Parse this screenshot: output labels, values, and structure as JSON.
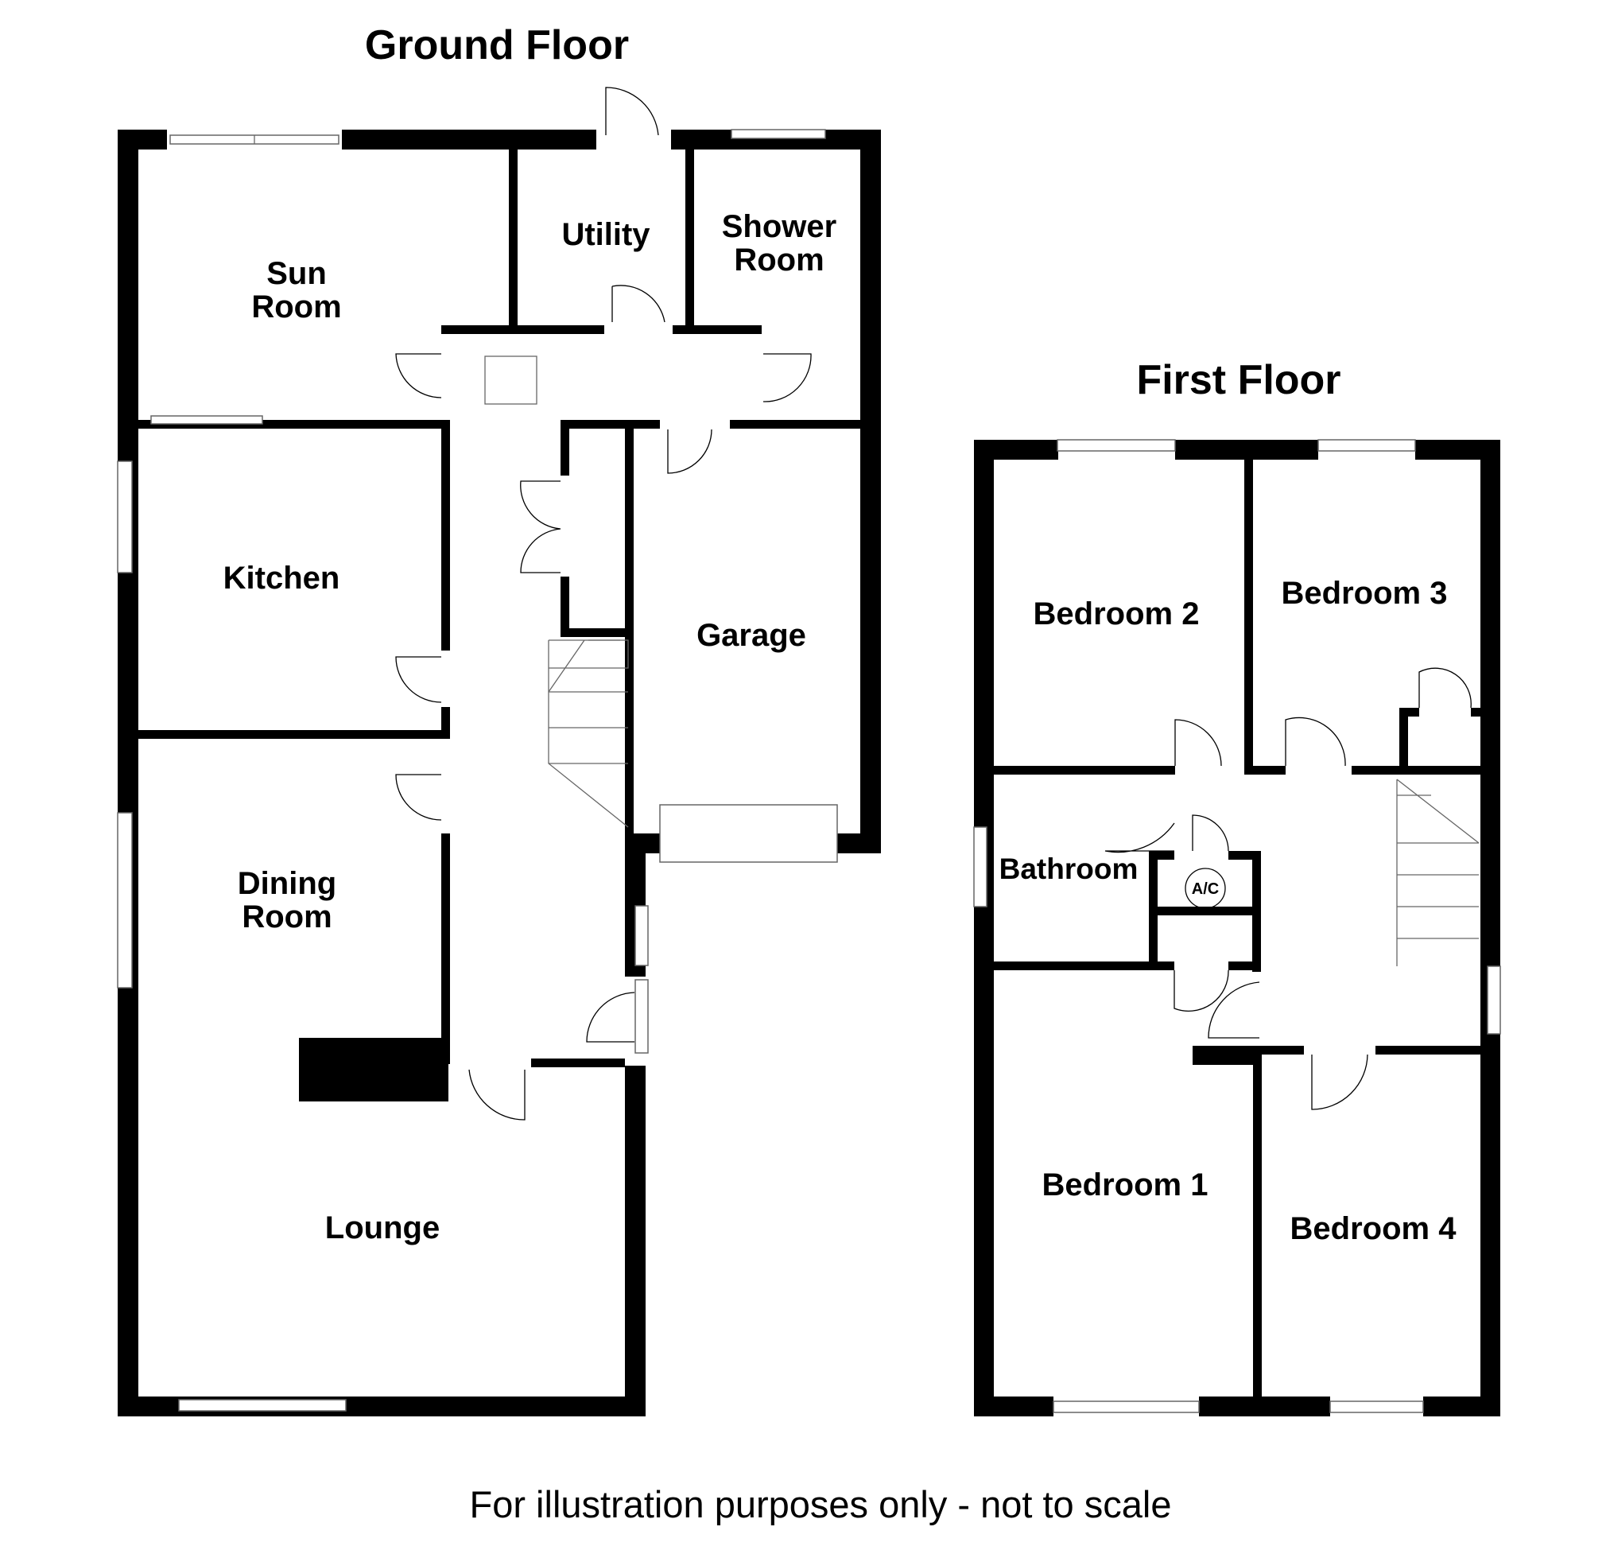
{
  "titles": {
    "ground_floor": "Ground Floor",
    "first_floor": "First Floor"
  },
  "ground_floor_rooms": {
    "sun_room": [
      "Sun",
      "Room"
    ],
    "utility": "Utility",
    "shower_room": [
      "Shower",
      "Room"
    ],
    "kitchen": "Kitchen",
    "garage": "Garage",
    "dining_room": [
      "Dining",
      "Room"
    ],
    "lounge": "Lounge"
  },
  "first_floor_rooms": {
    "bedroom_2": "Bedroom 2",
    "bedroom_3": "Bedroom 3",
    "bathroom": "Bathroom",
    "airing_cupboard": "A/C",
    "bedroom_1": "Bedroom 1",
    "bedroom_4": "Bedroom 4"
  },
  "disclaimer": "For illustration purposes only - not to scale",
  "colors": {
    "wall": "#000000",
    "background": "#ffffff",
    "window": "#666666"
  }
}
